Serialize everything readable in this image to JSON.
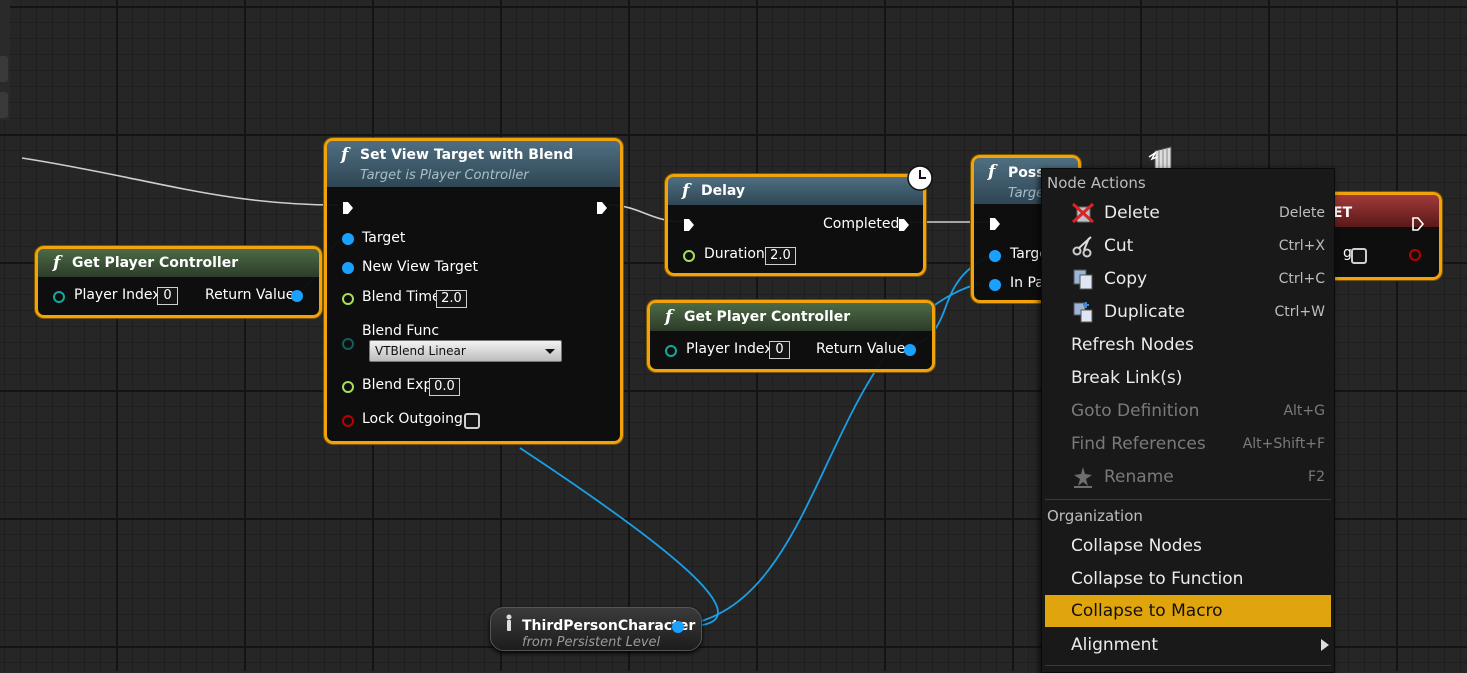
{
  "nodes": {
    "get_pc_left": {
      "title": "Get Player Controller",
      "player_index_label": "Player Index",
      "player_index_value": "0",
      "return_label": "Return Value"
    },
    "set_view": {
      "title": "Set View Target with Blend",
      "subtitle": "Target is Player Controller",
      "target": "Target",
      "new_view_target": "New View Target",
      "blend_time": "Blend Time",
      "blend_time_value": "2.0",
      "blend_func": "Blend Func",
      "blend_func_value": "VTBlend Linear",
      "blend_exp": "Blend Exp",
      "blend_exp_value": "0.0",
      "lock_outgoing": "Lock Outgoing"
    },
    "delay": {
      "title": "Delay",
      "completed": "Completed",
      "duration": "Duration",
      "duration_value": "2.0"
    },
    "get_pc_mid": {
      "title": "Get Player Controller",
      "player_index_label": "Player Index",
      "player_index_value": "0",
      "return_label": "Return Value"
    },
    "possess": {
      "title": "Posse",
      "subtitle": "Targe",
      "target": "Targe",
      "in_pawn": "In Pa"
    },
    "right_node": {
      "title_fragment": "ET",
      "label_fragment": "g"
    },
    "third_person": {
      "title": "ThirdPersonCharacter",
      "subtitle": "from Persistent Level"
    }
  },
  "context_menu": {
    "section_node_actions": "Node Actions",
    "items": [
      {
        "label": "Delete",
        "shortcut": "Delete",
        "icon": "delete-icon",
        "enabled": true
      },
      {
        "label": "Cut",
        "shortcut": "Ctrl+X",
        "icon": "scissors-icon",
        "enabled": true
      },
      {
        "label": "Copy",
        "shortcut": "Ctrl+C",
        "icon": "copy-icon",
        "enabled": true
      },
      {
        "label": "Duplicate",
        "shortcut": "Ctrl+W",
        "icon": "duplicate-icon",
        "enabled": true
      },
      {
        "label": "Refresh Nodes",
        "shortcut": "",
        "enabled": true
      },
      {
        "label": "Break Link(s)",
        "shortcut": "",
        "enabled": true
      },
      {
        "label": "Goto Definition",
        "shortcut": "Alt+G",
        "enabled": false
      },
      {
        "label": "Find References",
        "shortcut": "Alt+Shift+F",
        "enabled": false
      },
      {
        "label": "Rename",
        "shortcut": "F2",
        "icon": "rename-icon",
        "enabled": false
      }
    ],
    "section_organization": "Organization",
    "org_items": [
      {
        "label": "Collapse Nodes"
      },
      {
        "label": "Collapse to Function"
      },
      {
        "label": "Collapse to Macro",
        "highlighted": true
      },
      {
        "label": "Alignment",
        "submenu": true
      }
    ]
  },
  "colors": {
    "selection": "#f0a30a",
    "object_pin": "#1aa0ff",
    "float_pin": "#a6e05a",
    "bool_pin": "#b80000",
    "menu_highlight": "#e0a40d"
  }
}
